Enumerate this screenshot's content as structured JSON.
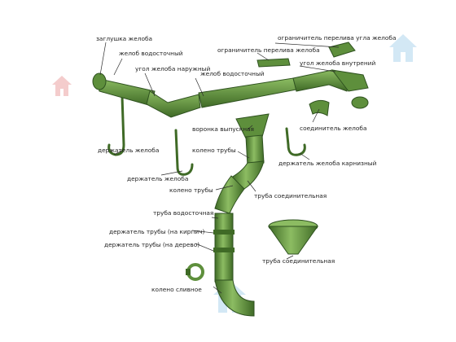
{
  "labels": {
    "end_cap": "заглушка желоба",
    "gutter_left": "желоб водосточный",
    "outer_corner": "угол желоба наружный",
    "corner_overflow_limiter": "ограничитель перелива угла желоба",
    "overflow_limiter": "ограничитель перелива желоба",
    "gutter_center": "желоб водосточный",
    "inner_corner": "угол желоба внутрений",
    "funnel": "воронка выпускная",
    "gutter_connector": "соединитель желоба",
    "pipe_elbow_1": "колено трубы",
    "gutter_holder_1": "держатель желоба",
    "fascia_holder": "держатель желоба карнизный",
    "gutter_holder_2": "держатель желоба",
    "pipe_elbow_2": "колено трубы",
    "connecting_pipe_1": "труба соединительная",
    "downpipe": "труба водосточная",
    "pipe_holder_brick": "держатель трубы (на кирпич)",
    "pipe_holder_wood": "держатель трубы (на дерево)",
    "connecting_pipe_2": "труба соединительная",
    "drain_elbow": "колено сливное"
  },
  "colors": {
    "part_fill": "#5e8f3c",
    "part_dark": "#3f6a26",
    "part_light": "#8cbc62",
    "leader": "#2b2b2b",
    "watermark": "#cfe6f4",
    "watermark_red": "#f3c7c7"
  },
  "icons": {
    "watermark": "house-icon"
  }
}
